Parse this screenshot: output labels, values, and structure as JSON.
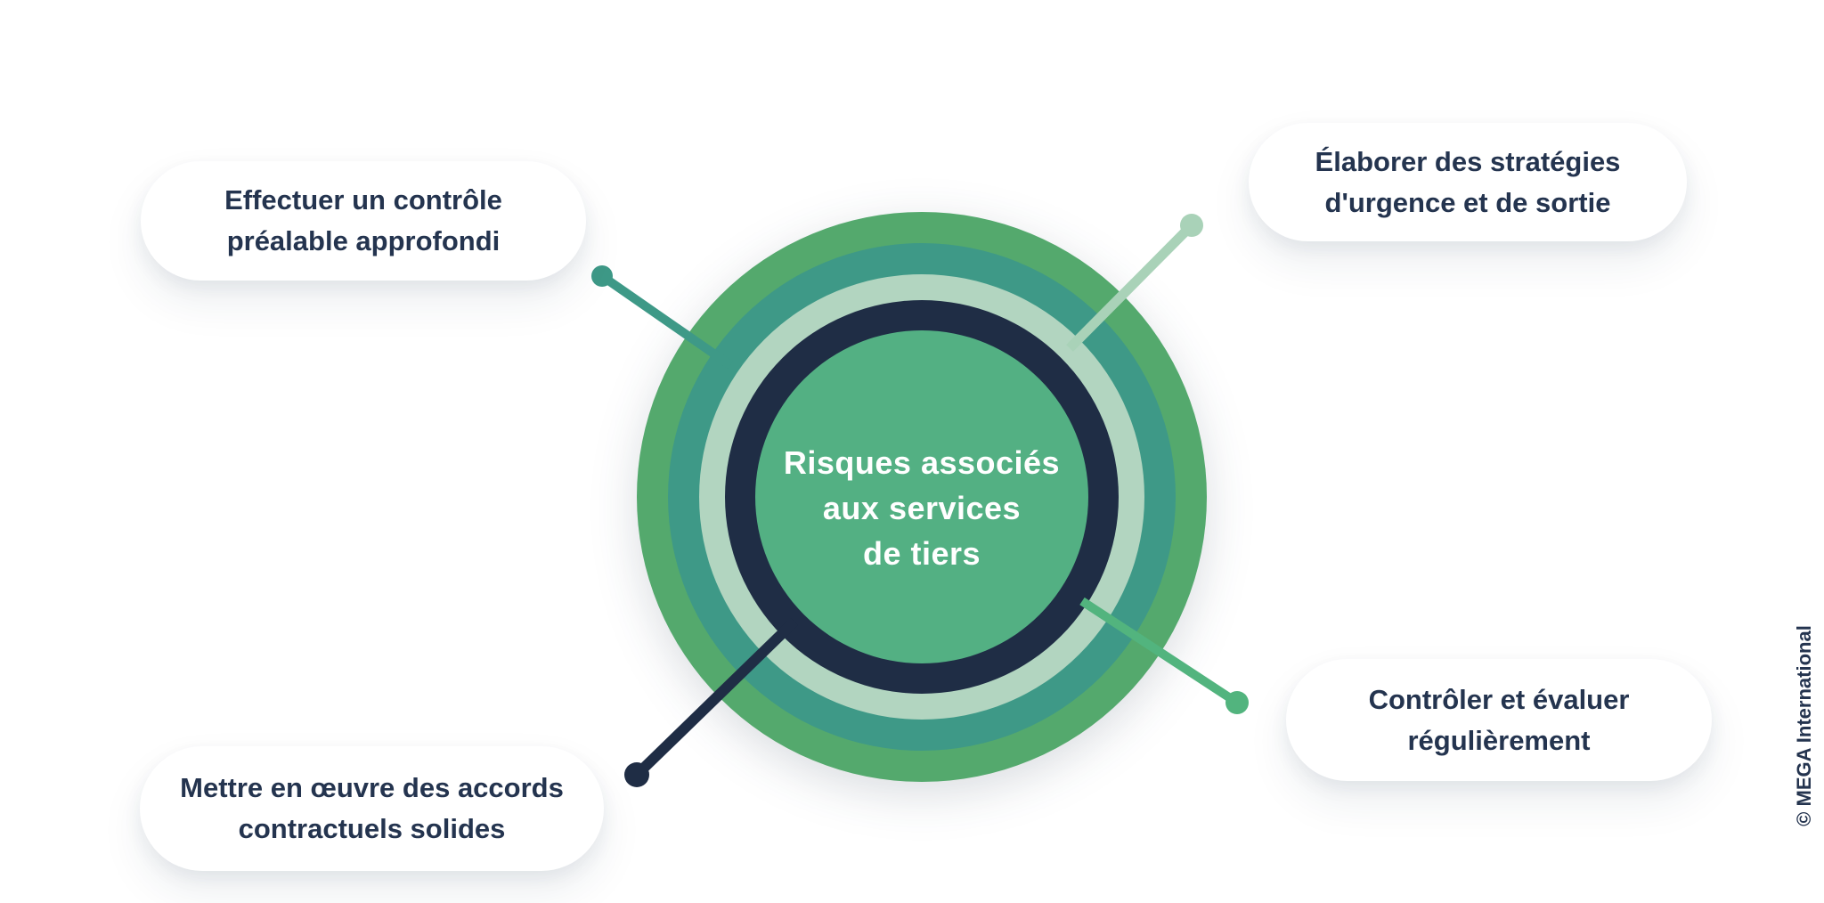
{
  "center": {
    "title": "Risques associés\naux services\nde tiers"
  },
  "labels": {
    "top_left": "Effectuer un contrôle\npréalable approfondi",
    "top_right": "Élaborer des stratégies\nd'urgence et de sortie",
    "bottom_left": "Mettre en œuvre des accords\ncontractuels solides",
    "bottom_right": "Contrôler et évaluer\nrégulièrement"
  },
  "footer": {
    "copyright": "© MEGA International"
  },
  "colors": {
    "background": "#ffffff",
    "ring_outer_green": "#54a96d",
    "ring_teal": "#3e9987",
    "ring_pale_green": "#b2d5c0",
    "ring_navy": "#1f2d45",
    "center_green": "#53b083",
    "connector_teal": "#3e9987",
    "connector_pale_green": "#a9d2b8",
    "connector_navy": "#1f2d45",
    "connector_green": "#52b47e",
    "label_text": "#24344f",
    "center_text": "#ffffff"
  }
}
